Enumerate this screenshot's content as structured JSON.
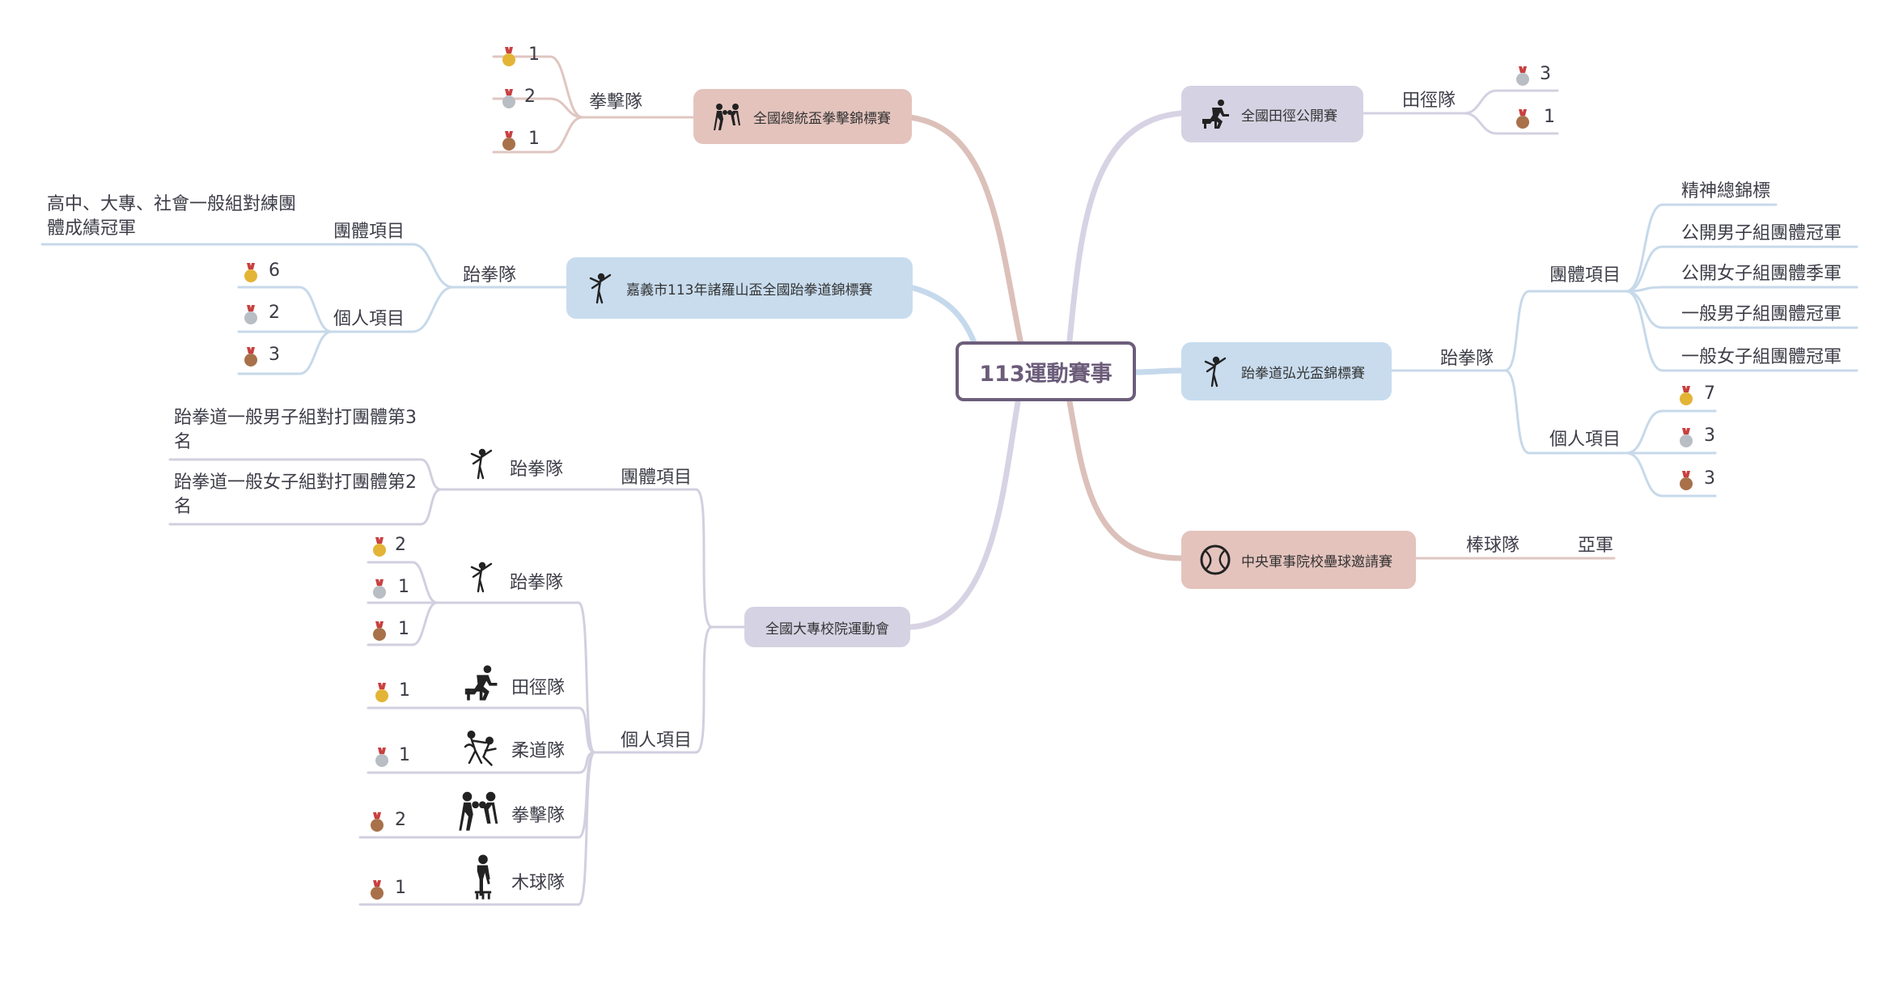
{
  "central": "113運動賽事",
  "colors": {
    "pink_topic": "#e4c3bd",
    "blue_topic": "#c8dcee",
    "lavender_topic": "#d5d2e3",
    "central_border": "#6c5e7b",
    "gold": "#e3b436",
    "silver": "#b9bec4",
    "bronze": "#a8714a"
  },
  "topics": {
    "boxing_cup": "全國總統盃拳擊錦標賽",
    "chiayi_tkd": "嘉義市113年諸羅山盃全國跆拳道錦標賽",
    "college_games": "全國大專校院運動會",
    "track_open": "全國田徑公開賽",
    "hongguang_tkd": "跆拳道弘光盃錦標賽",
    "military_baseball": "中央軍事院校壘球邀請賽"
  },
  "boxing": {
    "team": "拳擊隊",
    "gold": "1",
    "silver": "2",
    "bronze": "1"
  },
  "chiayi": {
    "team": "跆拳隊",
    "group": "團體項目",
    "group_result": "高中、大專、社會一般組對練團體成績冠軍",
    "individual": "個人項目",
    "gold": "6",
    "silver": "2",
    "bronze": "3"
  },
  "college": {
    "group": "團體項目",
    "group_team": "跆拳隊",
    "group_result_1": "跆拳道一般男子組對打團體第3名",
    "group_result_2": "跆拳道一般女子組對打團體第2名",
    "individual": "個人項目",
    "tkd_team": "跆拳隊",
    "tkd_gold": "2",
    "tkd_silver": "1",
    "tkd_bronze": "1",
    "track_team": "田徑隊",
    "track_gold": "1",
    "judo_team": "柔道隊",
    "judo_silver": "1",
    "boxing_team": "拳擊隊",
    "boxing_bronze": "2",
    "woodball_team": "木球隊",
    "woodball_bronze": "1"
  },
  "track": {
    "team": "田徑隊",
    "silver": "3",
    "bronze": "1"
  },
  "hongguang": {
    "team": "跆拳隊",
    "group": "團體項目",
    "group_results": [
      "精神總錦標",
      "公開男子組團體冠軍",
      "公開女子組團體季軍",
      "一般男子組團體冠軍",
      "一般女子組團體冠軍"
    ],
    "individual": "個人項目",
    "gold": "7",
    "silver": "3",
    "bronze": "3"
  },
  "baseball": {
    "team": "棒球隊",
    "result": "亞軍"
  }
}
